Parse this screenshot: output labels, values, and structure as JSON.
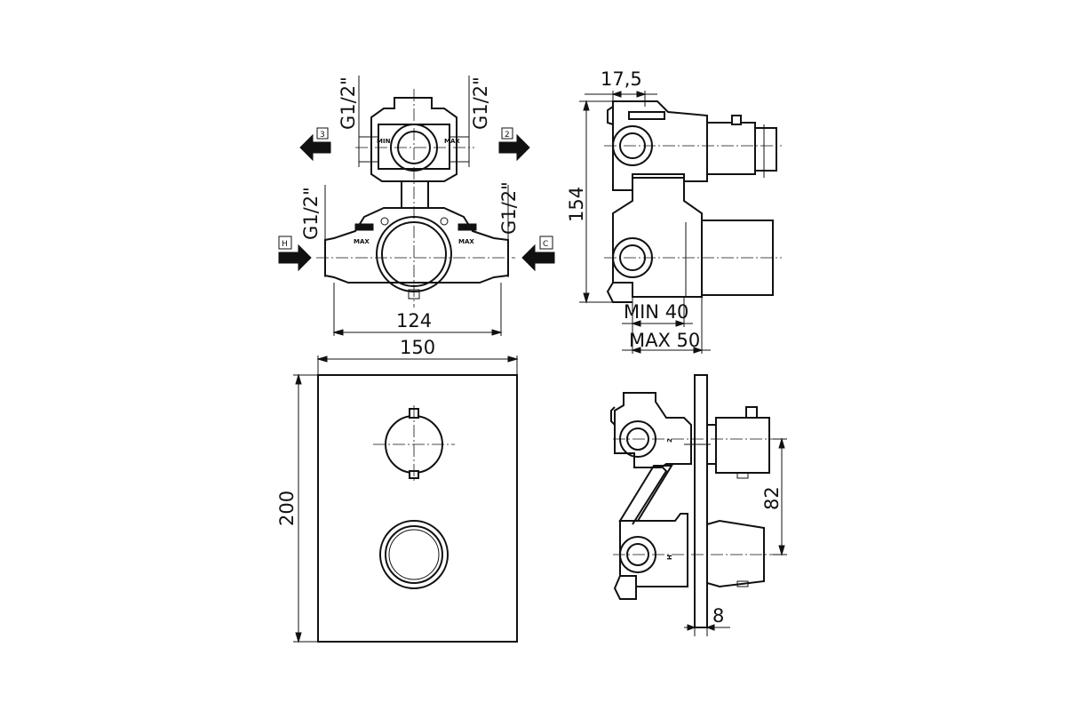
{
  "dimensions": {
    "width_top": "124",
    "width_plate": "150",
    "height_plate": "200",
    "height_side": "154",
    "depth_top": "17,5",
    "min_depth": "MIN 40",
    "max_depth": "MAX 50",
    "spacing": "82",
    "plate_thickness": "8"
  },
  "threads": {
    "top_left": "G1/2\"",
    "top_right": "G1/2\"",
    "mid_left": "G1/2\"",
    "mid_right": "G1/2\""
  },
  "ports": {
    "outlet_3": "3",
    "outlet_2": "2",
    "hot": "H",
    "cold": "C"
  },
  "body_markings": {
    "min": "MIN",
    "max": "MAX",
    "side_2": "2",
    "side_h": "H"
  }
}
